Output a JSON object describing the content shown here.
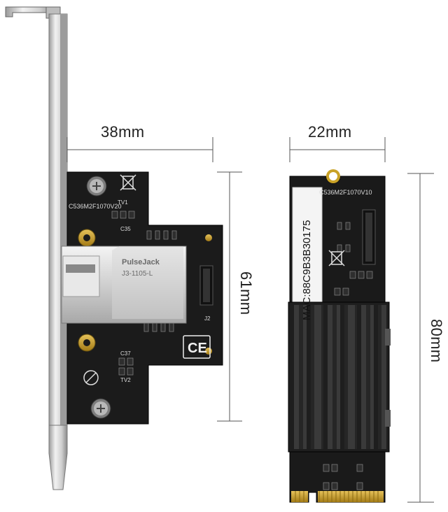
{
  "dimensions": {
    "width_label": "38mm",
    "height_label": "61mm",
    "m2_width_label": "22mm",
    "m2_height_label": "80mm"
  },
  "board_text": {
    "pcie_model": "C536M2F1070V20",
    "m2_model": "C536M2F1070V10",
    "mac": "MAC:88C9B3B30175",
    "jack_brand": "PulseJack",
    "jack_part": "J3-1105-L",
    "tv1": "TV1",
    "tv2": "TV2",
    "c35": "C35",
    "c37": "C37",
    "j2": "J2",
    "ce": "CE"
  },
  "colors": {
    "pcb": "#1c1c1c",
    "heatsink": "#2a2a2a",
    "bracket": "#d8d8d8",
    "gold": "#c9a227"
  }
}
